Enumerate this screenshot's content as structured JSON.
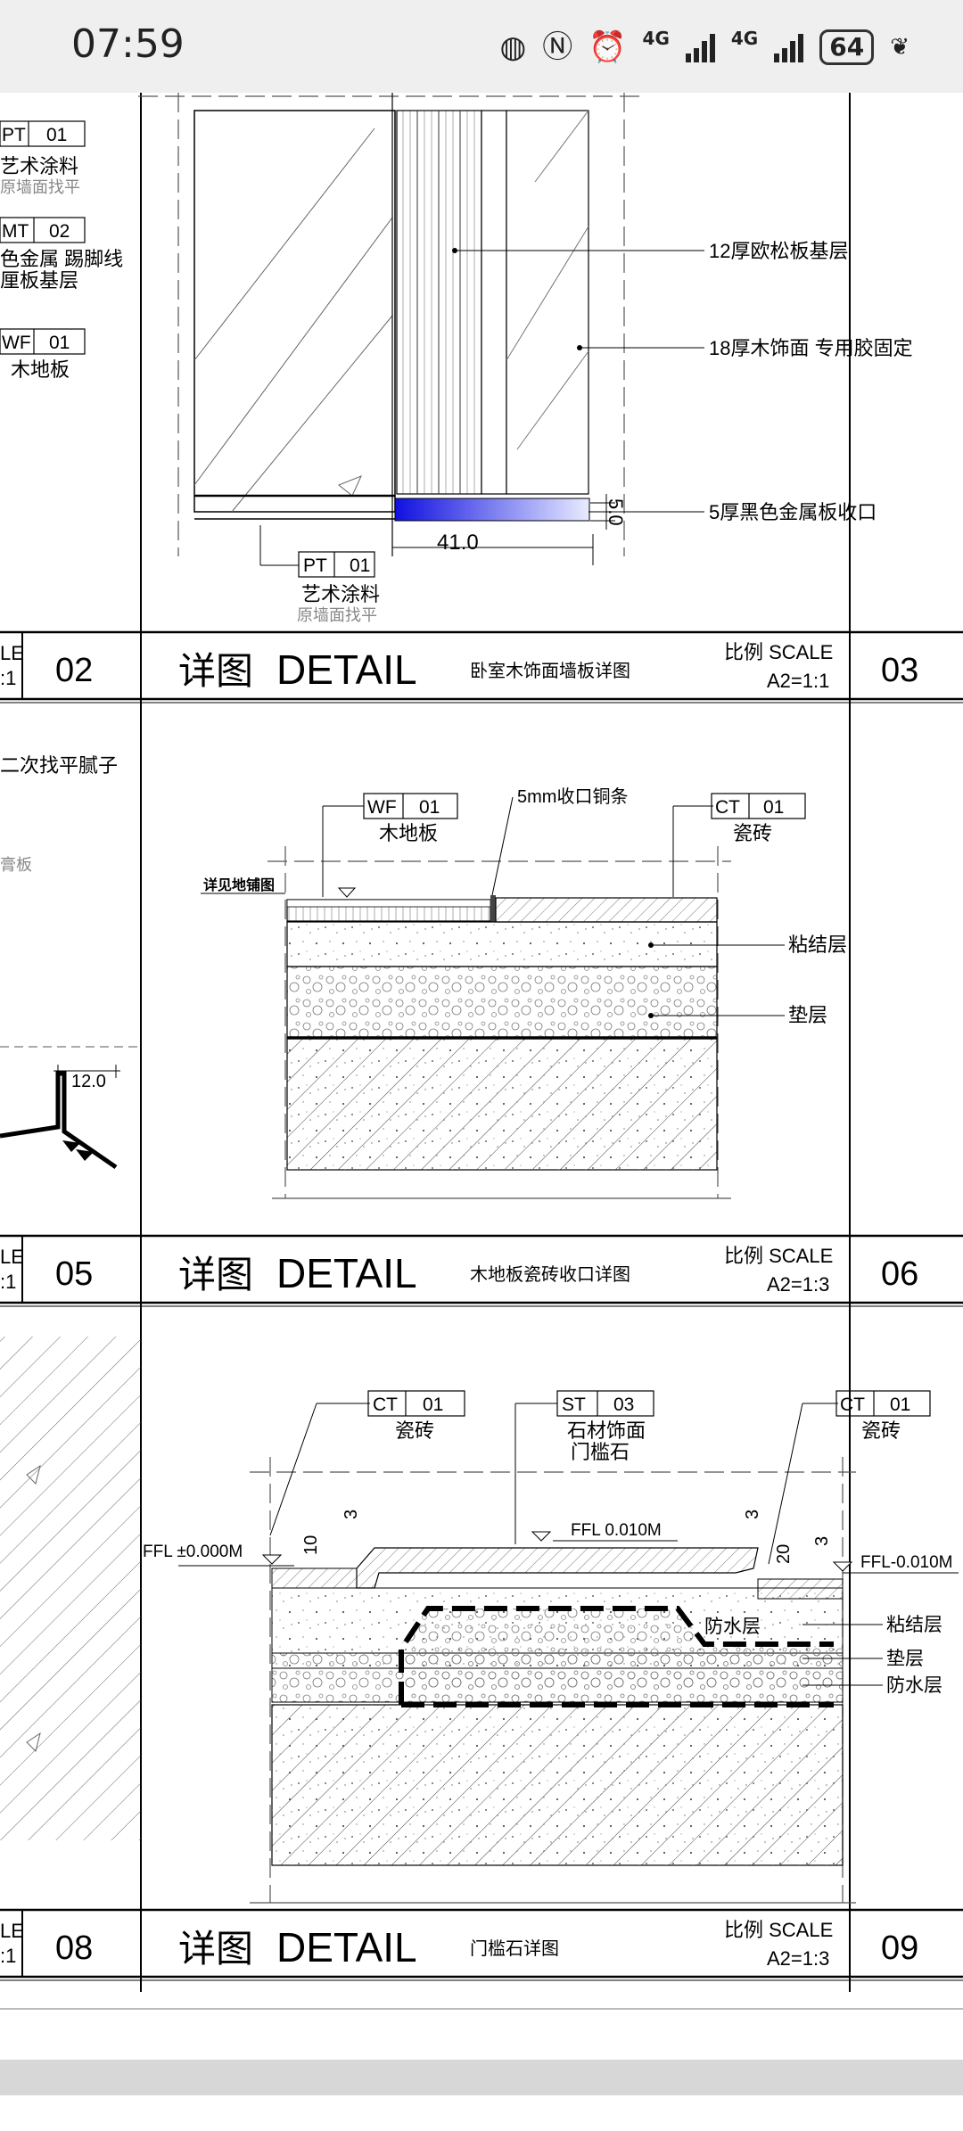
{
  "status_bar": {
    "time": "07:59",
    "net1": "4G",
    "net2": "4G",
    "battery": "64"
  },
  "panel03": {
    "leader1": "12厚欧松板基层",
    "leader2": "18厚木饰面 专用胶固定",
    "leader3": "5厚黑色金属板收口",
    "dim_h": "41.0",
    "dim_v": "5.0",
    "tag_code": "PT",
    "tag_num": "01",
    "tag_name": "艺术涂料",
    "tag_note": "原墙面找平"
  },
  "left_panel02": {
    "tags": [
      {
        "code": "PT",
        "num": "01",
        "l1": "艺术涂料",
        "l2": "原墙面找平"
      },
      {
        "code": "MT",
        "num": "02",
        "l1": "色金属 踢脚线",
        "l2": "厘板基层"
      },
      {
        "code": "WF",
        "num": "01",
        "l1": "木地板",
        "l2": ""
      }
    ]
  },
  "left_panel05": {
    "note1": "二次找平腻子",
    "note2": "膏板",
    "dim": "12.0"
  },
  "titlebars": [
    {
      "left_num": "02",
      "xiangtu": "详图",
      "detail": "DETAIL",
      "title": "卧室木饰面墙板详图",
      "scale_label": "比例 SCALE",
      "scale": "A2=1:1",
      "num": "03",
      "left_a": "LE",
      "left_b": ":1"
    },
    {
      "left_num": "05",
      "xiangtu": "详图",
      "detail": "DETAIL",
      "title": "木地板瓷砖收口详图",
      "scale_label": "比例 SCALE",
      "scale": "A2=1:3",
      "num": "06",
      "left_a": "LE",
      "left_b": ":1"
    },
    {
      "left_num": "08",
      "xiangtu": "详图",
      "detail": "DETAIL",
      "title": "门槛石详图",
      "scale_label": "比例 SCALE",
      "scale": "A2=1:3",
      "num": "09",
      "left_a": "LE",
      "left_b": ":1"
    }
  ],
  "panel06": {
    "tag1_code": "WF",
    "tag1_num": "01",
    "tag1_name": "木地板",
    "tag2_code": "CT",
    "tag2_num": "01",
    "tag2_name": "瓷砖",
    "strip": "5mm收口铜条",
    "ref": "详见地铺图",
    "layer1": "粘结层",
    "layer2": "垫层"
  },
  "panel09": {
    "tag1_code": "CT",
    "tag1_num": "01",
    "tag1_name": "瓷砖",
    "tag2_code": "ST",
    "tag2_num": "03",
    "tag2_name": "石材饰面",
    "tag2_sub": "门槛石",
    "tag3_code": "CT",
    "tag3_num": "01",
    "tag3_name": "瓷砖",
    "ffl_left": "FFL ±0.000M",
    "ffl_mid": "FFL 0.010M",
    "ffl_right": "FFL-0.010M",
    "dim_a": "10",
    "dim_b": "3",
    "dim_c": "3",
    "dim_d": "20",
    "dim_e": "3",
    "waterproof1": "防水层",
    "layer_bond": "粘结层",
    "layer_pad": "垫层",
    "waterproof2": "防水层"
  }
}
